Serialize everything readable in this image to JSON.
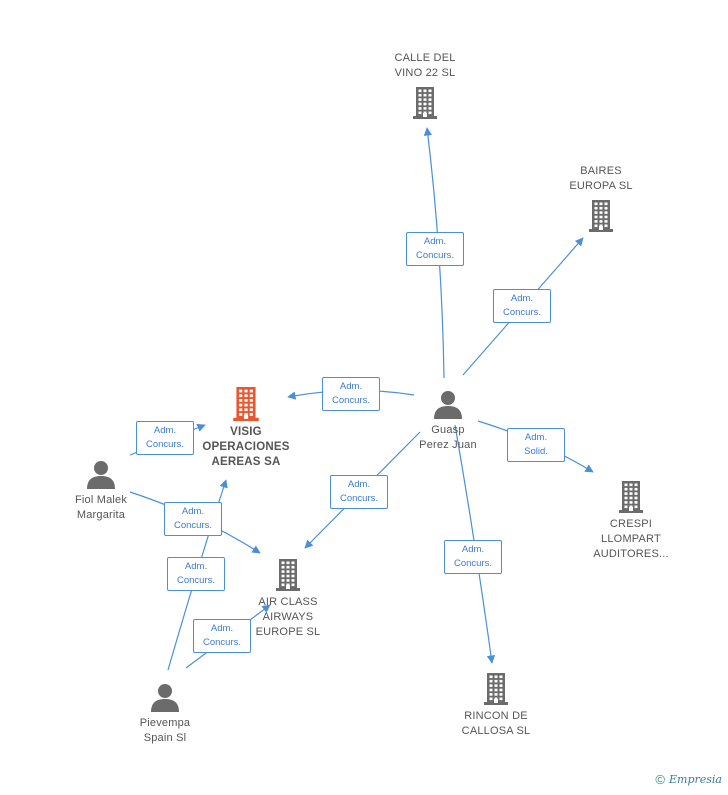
{
  "nodes": [
    {
      "id": "calle",
      "label": "CALLE DEL\nVINO 22 SL",
      "type": "company",
      "color": "#6b6b6b"
    },
    {
      "id": "baires",
      "label": "BAIRES\nEUROPA SL",
      "type": "company",
      "color": "#6b6b6b"
    },
    {
      "id": "visig",
      "label": "VISIG\nOPERACIONES\nAEREAS SA",
      "type": "company",
      "color": "#e8572e",
      "main": true
    },
    {
      "id": "guasp",
      "label": "Guasp\nPerez Juan",
      "type": "person",
      "color": "#6b6b6b"
    },
    {
      "id": "fiol",
      "label": "Fiol Malek\nMargarita",
      "type": "person",
      "color": "#6b6b6b"
    },
    {
      "id": "crespi",
      "label": "CRESPI\nLLOMPART\nAUDITORES...",
      "type": "company",
      "color": "#6b6b6b"
    },
    {
      "id": "airclass",
      "label": "AIR CLASS\nAIRWAYS\nEUROPE SL",
      "type": "company",
      "color": "#6b6b6b"
    },
    {
      "id": "rincon",
      "label": "RINCON DE\nCALLOSA SL",
      "type": "company",
      "color": "#6b6b6b"
    },
    {
      "id": "pievempa",
      "label": "Pievempa\nSpain Sl",
      "type": "person",
      "color": "#6b6b6b"
    }
  ],
  "edges": [
    {
      "from": "guasp",
      "to": "calle",
      "label": "Adm.\nConcurs."
    },
    {
      "from": "guasp",
      "to": "baires",
      "label": "Adm.\nConcurs."
    },
    {
      "from": "guasp",
      "to": "visig",
      "label": "Adm.\nConcurs."
    },
    {
      "from": "guasp",
      "to": "crespi",
      "label": "Adm.\nSolid."
    },
    {
      "from": "guasp",
      "to": "airclass",
      "label": "Adm.\nConcurs."
    },
    {
      "from": "guasp",
      "to": "rincon",
      "label": "Adm.\nConcurs."
    },
    {
      "from": "fiol",
      "to": "visig",
      "label": "Adm.\nConcurs."
    },
    {
      "from": "fiol",
      "to": "airclass",
      "label": "Adm.\nConcurs."
    },
    {
      "from": "pievempa",
      "to": "visig",
      "label": "Adm.\nConcurs."
    },
    {
      "from": "pievempa",
      "to": "airclass",
      "label": "Adm.\nConcurs."
    }
  ],
  "footer": {
    "copyright": "©",
    "brand": "Empresia"
  },
  "colors": {
    "edge": "#4a90d9",
    "label_text": "#3a7bd5"
  }
}
